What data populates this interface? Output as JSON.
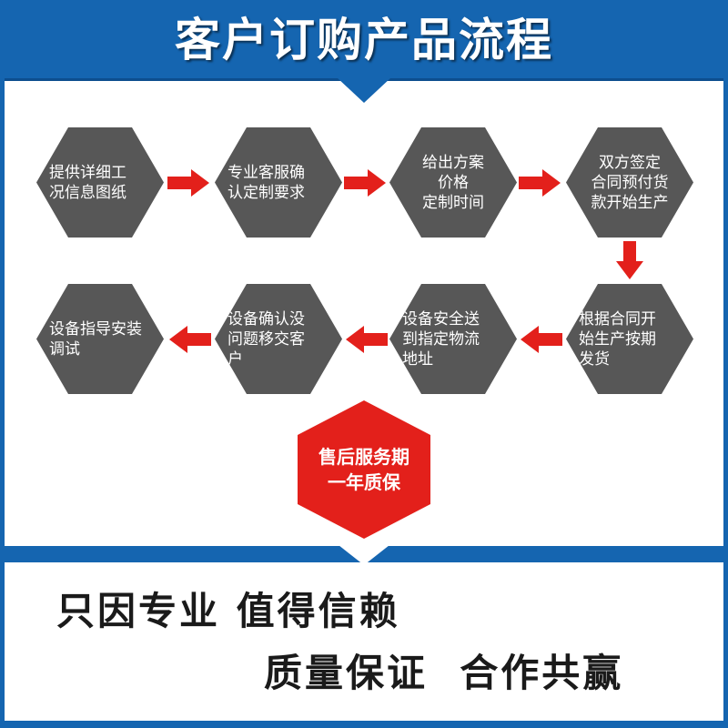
{
  "header": {
    "title": "客户订购产品流程"
  },
  "steps": [
    {
      "text": "提供详细工\n况信息图纸"
    },
    {
      "text": "专业客服确\n认定制要求"
    },
    {
      "text": "给出方案\n价格\n定制时间"
    },
    {
      "text": "双方签定\n合同预付货\n款开始生产"
    },
    {
      "text": "根据合同开\n始生产按期\n发货"
    },
    {
      "text": "设备安全送\n到指定物流\n地址"
    },
    {
      "text": "设备确认没\n问题移交客\n户"
    },
    {
      "text": "设备指导安装\n调试"
    }
  ],
  "warranty": {
    "text": "售后服务期\n一年质保"
  },
  "footer": {
    "slogan_line1": "只因专业 值得信赖",
    "slogan_line2": "质量保证  合作共赢"
  },
  "colors": {
    "brand_blue": "#1565b0",
    "hex_gray": "#575757",
    "accent_red": "#e3201b"
  }
}
